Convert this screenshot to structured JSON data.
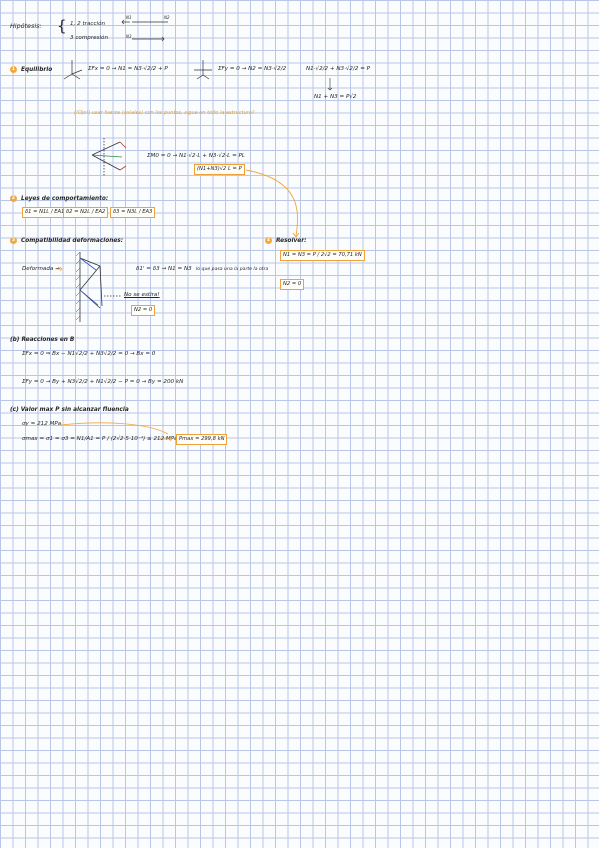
{
  "hipotesis": {
    "label": "Hipótesis:",
    "line1": "1, 2 tracción",
    "line2": "3 compresión",
    "arrow1_label": "N1",
    "arrow2_label": "N2",
    "arrow3_label": "N3"
  },
  "s1": {
    "num": "1",
    "title": "Equilibrio",
    "eq1": "ΣFx = 0 → N1 = N3·√2/2 + P",
    "eq2": "ΣFy = 0 → N2 = N3·√2/2",
    "eq3": "N1·√2/2 + N3·√2/2 = P",
    "eq4": "N1 + N3 = P√2",
    "note": "(!Ojo!) usar fuerza (axiales) con los puntos, sigue en todo la estructura?"
  },
  "moment": {
    "eq": "ΣM0 = 0 → N1·√2·L + N3·√2·L = PL",
    "boxed": "(N1+N3)√2 L = P"
  },
  "s2": {
    "num": "2",
    "title": "Leyes de comportamiento:",
    "law1": "δ1 = N1L / EA1",
    "law2": "δ2 = N2L / EA2",
    "law3": "δ3 = N3L / EA3"
  },
  "s3": {
    "num": "3",
    "title": "Compatibilidad deformaciones:",
    "deformada": "Deformada →",
    "eq": "δ1' = δ3 → N1 = N3",
    "note": "lo que pasa una la parte la otra",
    "no_estira": "No se estira!",
    "n2": "N2 = 0"
  },
  "s4": {
    "num": "4",
    "title": "Resolver:",
    "eq": "N1 = N3 = P / 2√2 = 70,71 kN",
    "n2": "N2 = 0"
  },
  "b": {
    "title": "(b) Reacciones en B",
    "eq1": "ΣFx = 0 ⇒ Bx − N1√2/2 + N3√2/2 = 0 → Bx = 0",
    "eq2": "ΣFy = 0 → By + N3√2/2 + N1√2/2 − P = 0 → By = 200 kN"
  },
  "c": {
    "title": "(c) Valor max P sin alcanzar fluencia",
    "sigma": "σy = 212 MPa",
    "eq": "σmax = σ1 = σ3 = N1/A1 = P / (2√2·5·10⁻⁴) ≤ 212 MPa",
    "result": "Pmax = 299,8 kN"
  },
  "colors": {
    "accent": "#f2a73b",
    "ink": "#262626",
    "grid": "#b9c6e6",
    "blue": "#3a56b8"
  }
}
